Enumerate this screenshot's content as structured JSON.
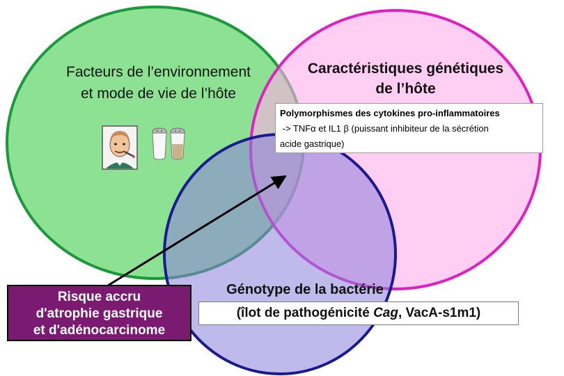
{
  "environment": {
    "line1": "Facteurs de l’environnement",
    "line2": "et mode de vie de l’hôte"
  },
  "genetic": {
    "line1": "Caractéristiques génétiques",
    "line2": "de l’hôte"
  },
  "polymorphism": {
    "line1": "Polymorphismes des cytokines pro-inflammatoires",
    "line2": " -> TNFα et IL1 β (puissant inhibiteur de la sécrétion",
    "line3": "acide gastrique)"
  },
  "bacteria": {
    "title": "Génotype de la bactérie",
    "prefix": "(îlot de pathogénicité ",
    "italic": "Cag",
    "suffix": ", VacA-s1m1)"
  },
  "risk": {
    "line1": "Risque accru",
    "line2": "d'atrophie gastrique",
    "line3": "et d'adénocarcinome"
  },
  "colors": {
    "environment_circle": "#86e08c",
    "environment_border": "#1a9a3a",
    "genetic_circle": "#ffb0ea",
    "genetic_border": "#e020c0",
    "bacteria_circle": "#9a90e0",
    "bacteria_border": "#1a1a90",
    "risk_box": "#7a1a70"
  },
  "icons": [
    "smoking-man-icon",
    "salt-shaker-icon",
    "pepper-shaker-icon"
  ]
}
